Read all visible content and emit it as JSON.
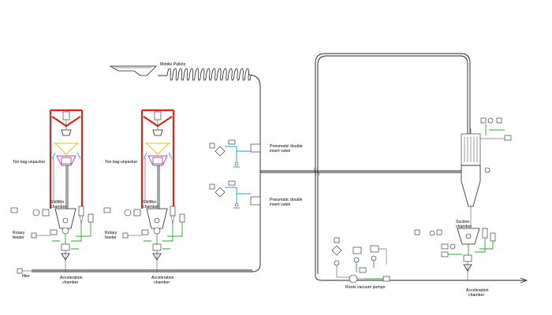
{
  "labels": {
    "mobile_pallets": "Mobile Pallets",
    "ton_bag_unpacker_1": "Ton bag unpacker",
    "ton_bag_unpacker_2": "Ton bag unpacker",
    "pneumatic_valve_1_line1": "Pneumatic double",
    "pneumatic_valve_1_line2": "insert valve",
    "pneumatic_valve_2_line1": "Pneumatic double",
    "pneumatic_valve_2_line2": "insert valve",
    "suction_chamber_1_line1": "Suction",
    "suction_chamber_1_line2": "chamber",
    "suction_chamber_2_line1": "Suction",
    "suction_chamber_2_line2": "chamber",
    "suction_chamber_3_line1": "Suction",
    "suction_chamber_3_line2": "chamber",
    "rotary_feeder_1_line1": "Rotary",
    "rotary_feeder_1_line2": "feeder",
    "rotary_feeder_2_line1": "Rotary",
    "rotary_feeder_2_line2": "feeder",
    "acceleration_chamber_1_line1": "Acceleration",
    "acceleration_chamber_1_line2": "chamber",
    "acceleration_chamber_2_line1": "Acceleration",
    "acceleration_chamber_2_line2": "chamber",
    "acceleration_chamber_3_line1": "Acceleration",
    "acceleration_chamber_3_line2": "chamber",
    "roots_vacuum_pumps": "Roots vacuum pumps",
    "filter": "filter"
  },
  "colors": {
    "frame": "#d8281e",
    "line_green": "#2aa52a",
    "line_magenta": "#d22ad2",
    "line_cyan": "#1aa7c2",
    "line_yellow": "#e4c400",
    "pipe": "#222222"
  }
}
